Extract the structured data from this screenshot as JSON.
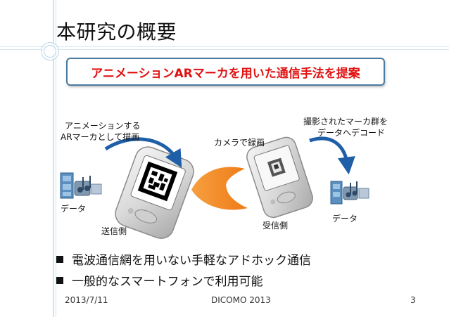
{
  "slide": {
    "title": "本研究の概要",
    "banner": "アニメーションARマーカを用いた通信手法を提案",
    "labels": {
      "sender_caption_line1": "アニメーションする",
      "sender_caption_line2": "ARマーカとして描画",
      "camera_record": "カメラで録画",
      "decode_line1": "撮影されたマーカ群を",
      "decode_line2": "データへデコード",
      "data_left": "データ",
      "sender_side": "送信側",
      "receiver_side": "受信側",
      "data_right": "データ"
    },
    "bullets": [
      "電波通信網を用いない手軽なアドホック通信",
      "一般的なスマートフォンで利用可能"
    ],
    "footer": {
      "date": "2013/7/11",
      "conference": "DICOMO 2013",
      "page": "3"
    }
  },
  "colors": {
    "banner_text": "#e01010",
    "banner_border": "#4a7a9f",
    "arrow_blue": "#1f5fa8",
    "orange_wave": "#f08a24"
  },
  "icons": {
    "media_left": "media-film-music-icon",
    "media_right": "media-film-music-icon",
    "sender_phone": "pda-phone-icon",
    "receiver_phone": "pda-phone-icon",
    "ar_marker": "ar-marker-icon",
    "transmission": "orange-wave-icon"
  }
}
